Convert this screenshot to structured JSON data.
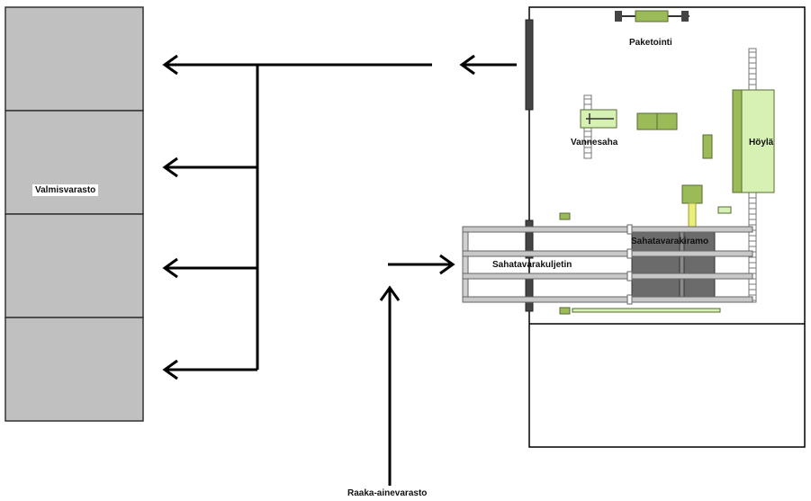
{
  "labels": {
    "finished_storage": "Valmisvarasto",
    "packaging": "Paketointi",
    "band_saw": "Vannesaha",
    "planer": "Höylä",
    "sawn_timber_rack": "Sahatavarakiramo",
    "sawn_timber_conveyor": "Sahatavarakuljetin",
    "raw_material_storage": "Raaka-ainevarasto"
  },
  "colors": {
    "storage_fill": "#c0c0c0",
    "outline": "#000000",
    "machine_green": "#9bbb59",
    "light_green": "#d7f0b4",
    "dark_gray": "#555555",
    "conveyor_gray": "#b8b8b8"
  },
  "icons": {
    "arrow": "arrow-head",
    "roller_track": "roller-track"
  }
}
